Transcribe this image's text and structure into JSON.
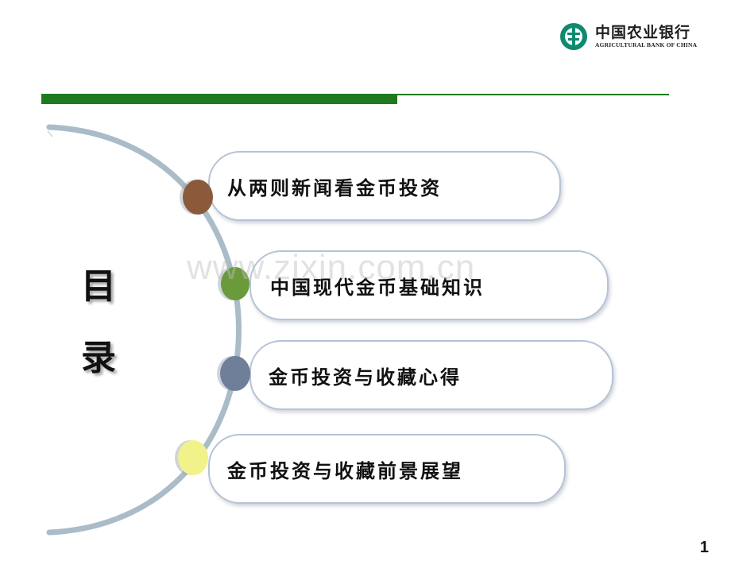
{
  "logo": {
    "cn": "中国农业银行",
    "en": "AGRICULTURAL BANK OF CHINA"
  },
  "title": {
    "char1": "目",
    "char2": "录"
  },
  "menu": [
    {
      "label": "从两则新闻看金币投资",
      "bullet_color": "#8a5a3a"
    },
    {
      "label": "中国现代金币基础知识",
      "bullet_color": "#6a9a3a"
    },
    {
      "label": "金币投资与收藏心得",
      "bullet_color": "#6f7f9a"
    },
    {
      "label": "金币投资与收藏前景展望",
      "bullet_color": "#f2f28a"
    }
  ],
  "watermark": "www.zixin.com.cn",
  "page_number": "1",
  "colors": {
    "accent_green": "#1f7a1f",
    "arc": "#a9bcc7",
    "pill_border": "#b5c3d6",
    "logo_teal": "#0e8a6e"
  }
}
